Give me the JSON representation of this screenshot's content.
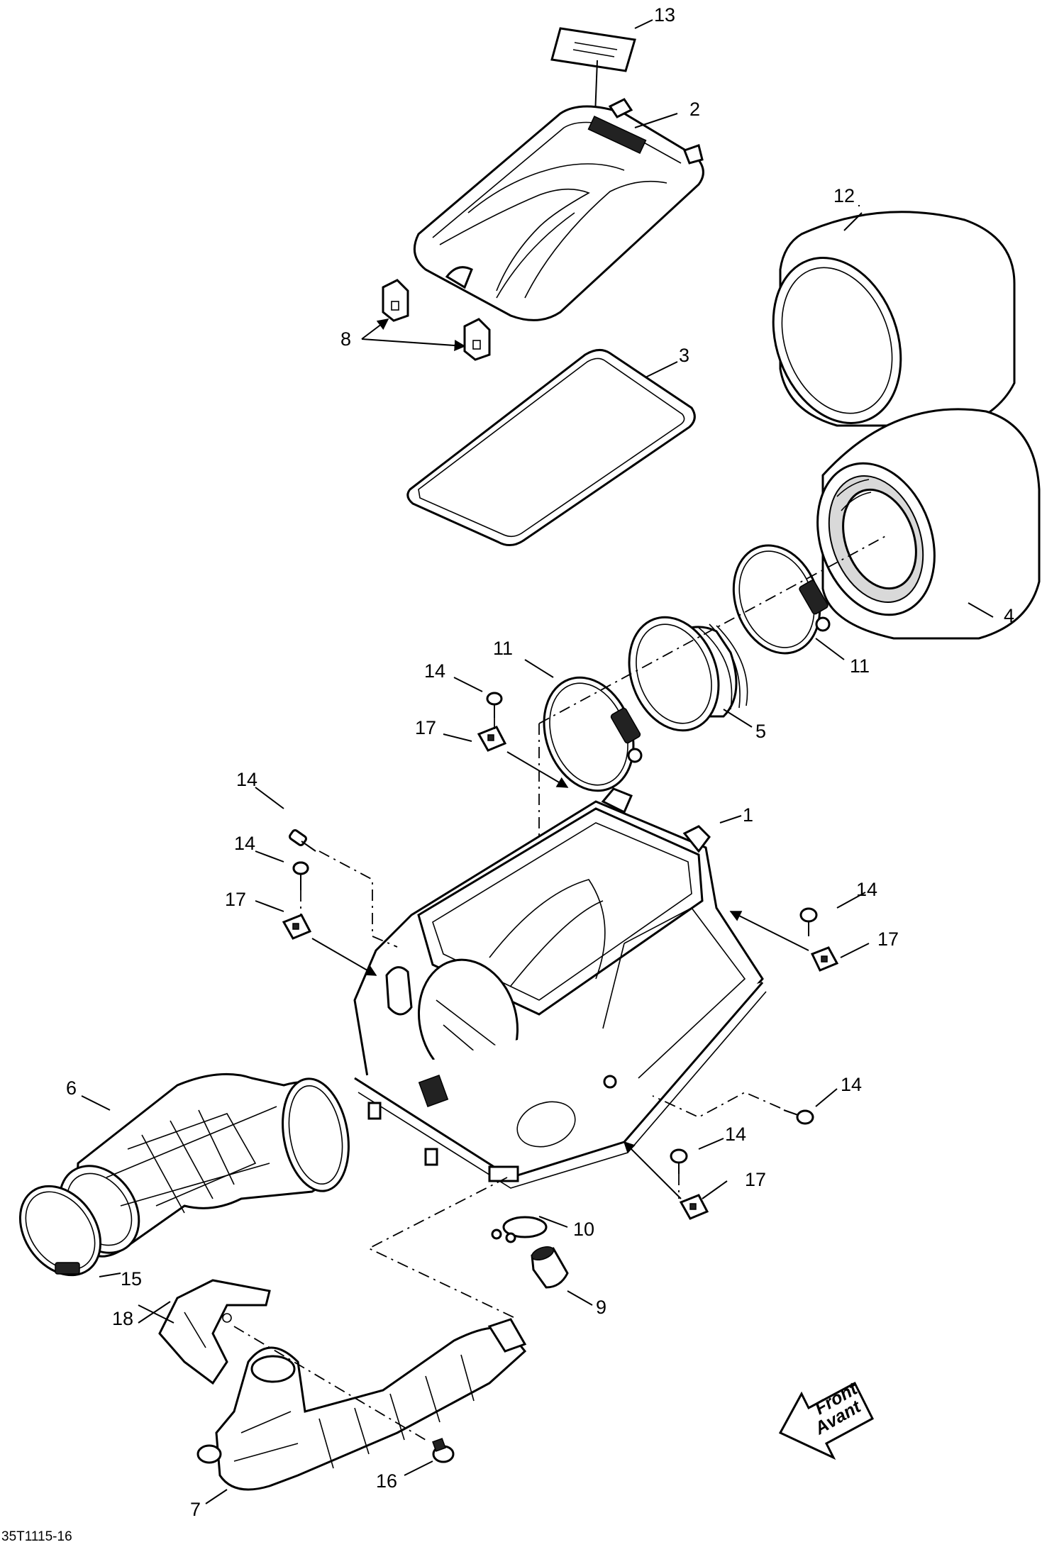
{
  "drawing_code": "35T1115-16",
  "front_arrow": {
    "line1": "Front",
    "line2": "Avant"
  },
  "callouts": {
    "p1": "1",
    "p2": "2",
    "p3": "3",
    "p4": "4",
    "p5": "5",
    "p6": "6",
    "p7": "7",
    "p8": "8",
    "p9": "9",
    "p10": "10",
    "p11a": "11",
    "p11b": "11",
    "p12": "12",
    "p13": "13",
    "p14a": "14",
    "p14b": "14",
    "p14c": "14",
    "p14d": "14",
    "p14e": "14",
    "p14f": "14",
    "p15": "15",
    "p16": "16",
    "p17a": "17",
    "p17b": "17",
    "p17c": "17",
    "p17d": "17",
    "p18": "18"
  }
}
